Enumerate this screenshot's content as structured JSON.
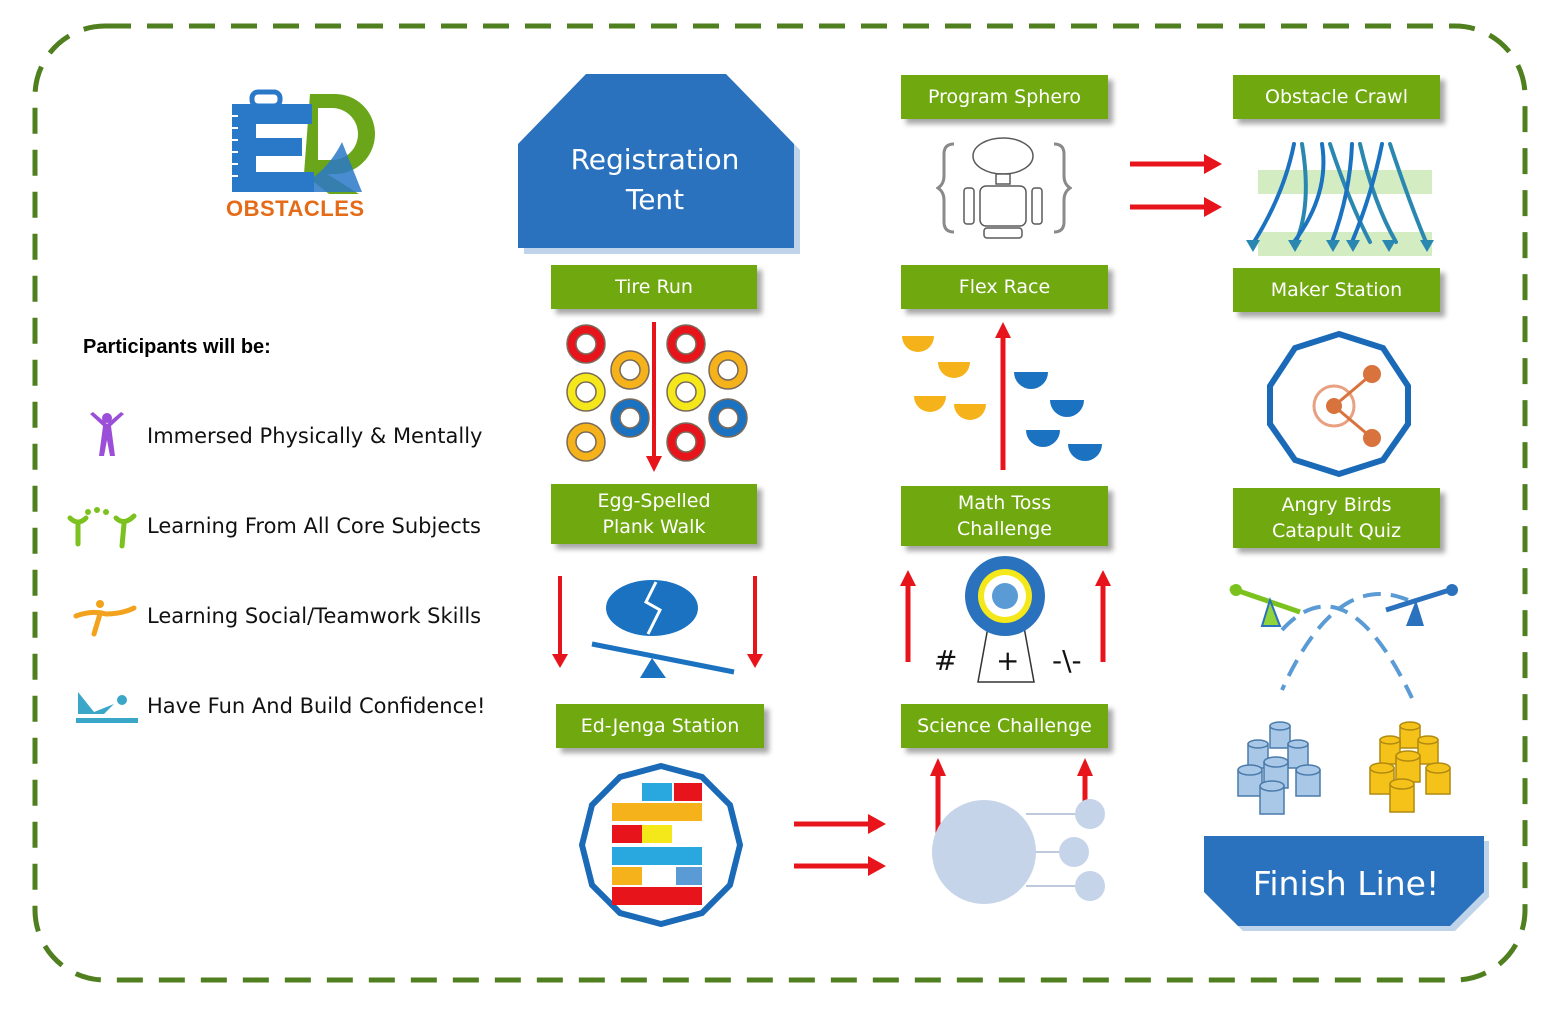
{
  "logo": {
    "text": "OBSTACLES",
    "colors": {
      "blue": "#2a78c8",
      "green": "#6aa51a",
      "orange": "#e46c18"
    }
  },
  "legend": {
    "heading": "Participants will be:",
    "items": [
      {
        "icon": "person-jumping-icon",
        "color": "#9b4fd8",
        "label": "Immersed Physically & Mentally"
      },
      {
        "icon": "people-group-icon",
        "color": "#7cc21e",
        "label": "Learning From All Core Subjects"
      },
      {
        "icon": "person-running-icon",
        "color": "#f2a21c",
        "label": "Learning Social/Teamwork Skills"
      },
      {
        "icon": "person-swimming-icon",
        "color": "#3aa6c8",
        "label": "Have Fun And Build Confidence!"
      }
    ]
  },
  "start": {
    "label": "Registration\nTent",
    "color": "#2a72bd"
  },
  "finish": {
    "label": "Finish Line!",
    "color": "#2a72bd"
  },
  "stations": {
    "tire_run": "Tire Run",
    "egg_plank": "Egg-Spelled\nPlank Walk",
    "ed_jenga": "Ed-Jenga Station",
    "program_sphero": "Program Sphero",
    "flex_race": "Flex Race",
    "math_toss": "Math Toss\nChallenge",
    "science": "Science Challenge",
    "obstacle_crawl": "Obstacle Crawl",
    "maker": "Maker Station",
    "angry_birds": "Angry Birds\nCatapult Quiz"
  },
  "math_symbols": {
    "hash": "#",
    "plus": "+",
    "minus": "-\\-"
  },
  "colors": {
    "station_green": "#70a80f",
    "frame_green": "#4f7f1e",
    "arrow_red": "#e8141b",
    "blue": "#2a72bd",
    "yellow": "#f5c21a"
  }
}
